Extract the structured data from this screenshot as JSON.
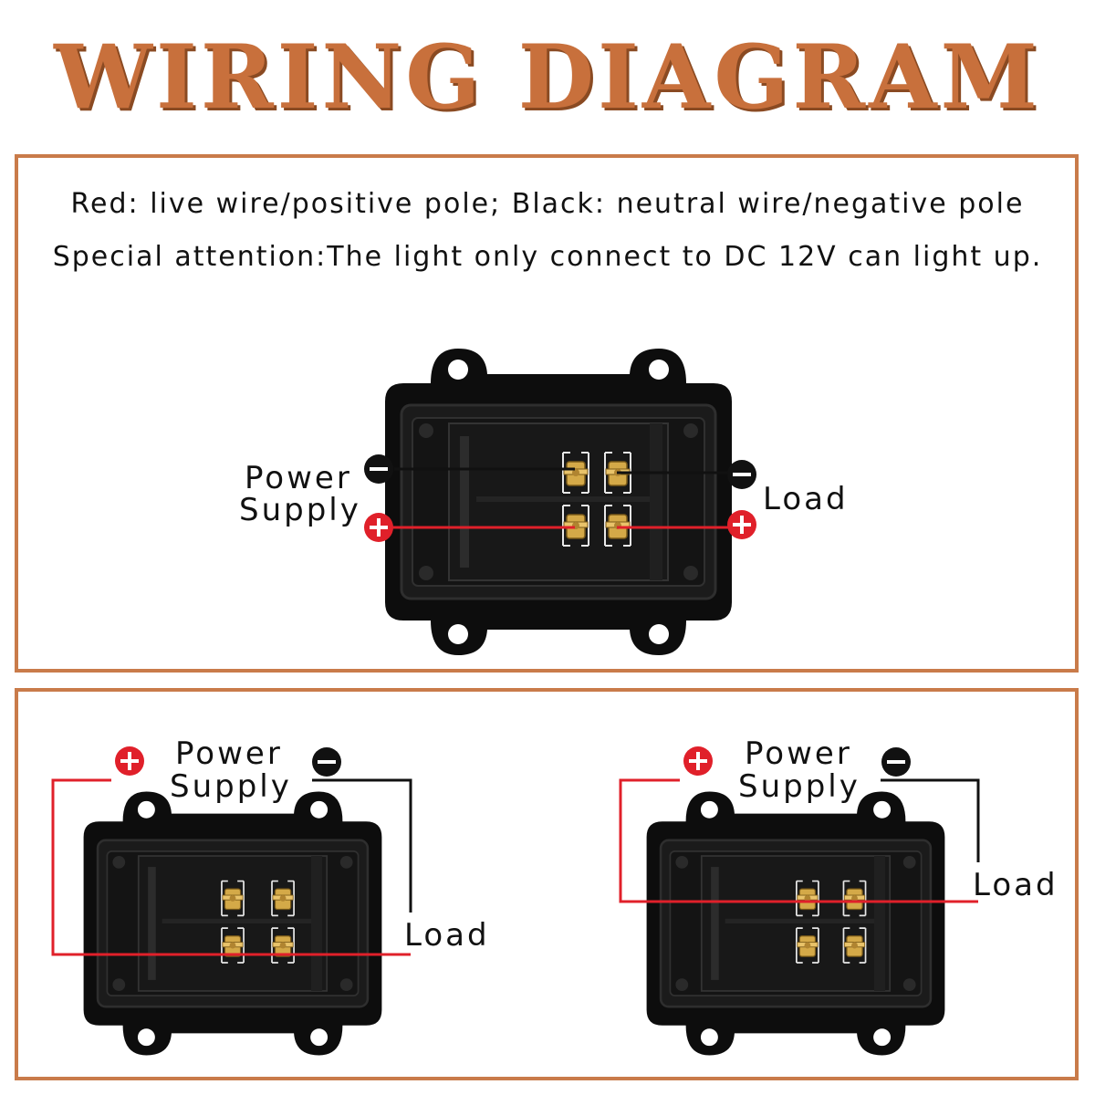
{
  "title": "WIRING DIAGRAM",
  "notes": {
    "line1": "Red: live wire/positive pole; Black: neutral wire/negative pole",
    "line2": "Special attention:The light only connect to DC 12V can light up."
  },
  "labels": {
    "power": "Power",
    "supply": "Supply",
    "load": "Load",
    "minus": "−",
    "plus": "+"
  },
  "colors": {
    "title": "#c8703c",
    "border": "#c97b4a",
    "positive": "#e0202a",
    "negative": "#111111",
    "housing": "#0d0d0d",
    "terminal": "#d4a948"
  }
}
